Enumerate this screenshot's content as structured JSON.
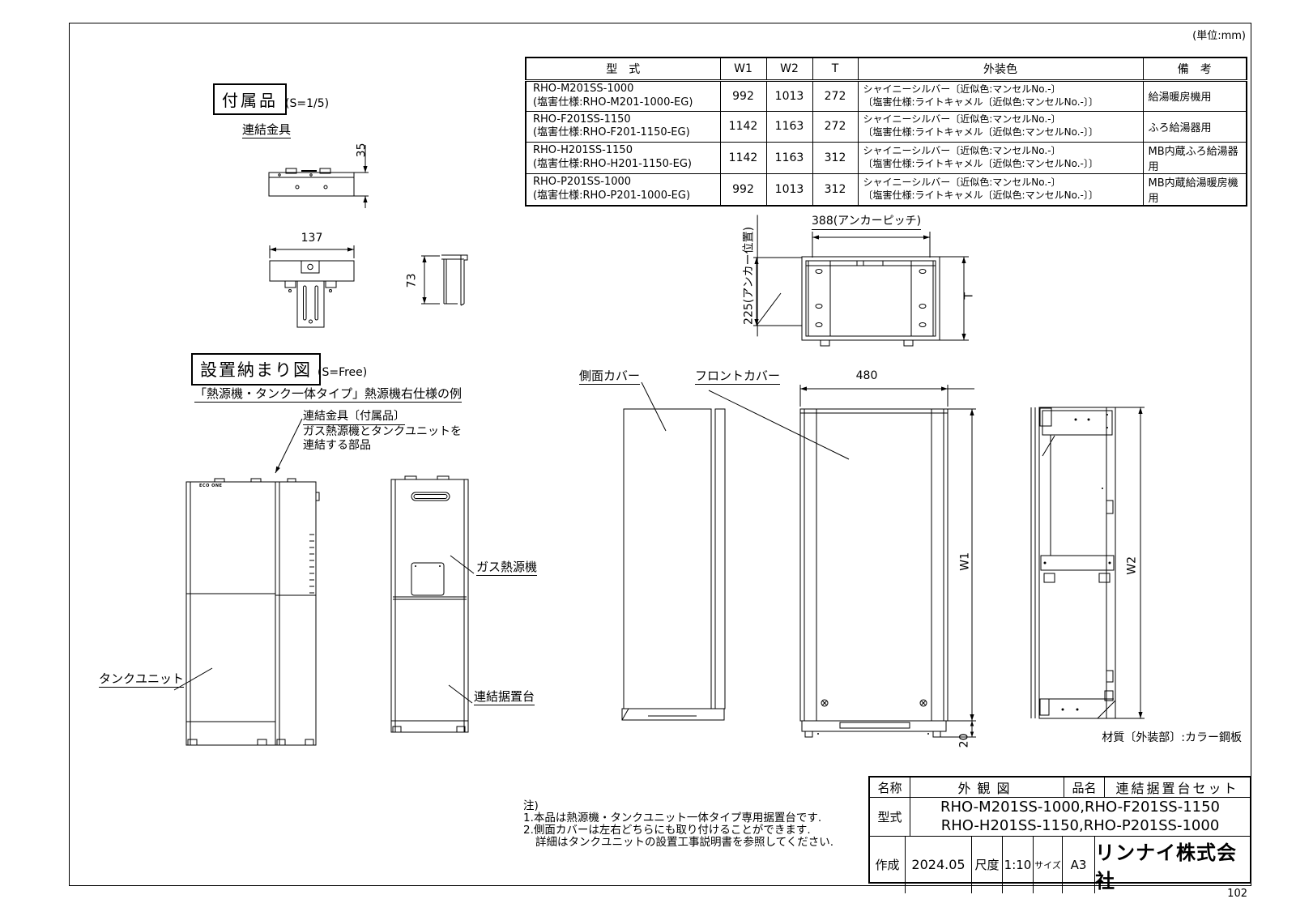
{
  "unit_note": "(単位:mm)",
  "page_number": "102",
  "table": {
    "headers": {
      "model": "型　式",
      "w1": "W1",
      "w2": "W2",
      "t": "T",
      "color": "外装色",
      "remarks": "備　考"
    },
    "rows": [
      {
        "model1": "RHO-M201SS-1000",
        "model2": "(塩害仕様:RHO-M201-1000-EG)",
        "w1": "992",
        "w2": "1013",
        "t": "272",
        "color1": "シャイニーシルバー〔近似色:マンセルNo.-〕",
        "color2": "〔塩害仕様:ライトキャメル〔近似色:マンセルNo.-〕〕",
        "remarks": "給湯暖房機用"
      },
      {
        "model1": "RHO-F201SS-1150",
        "model2": "(塩害仕様:RHO-F201-1150-EG)",
        "w1": "1142",
        "w2": "1163",
        "t": "272",
        "color1": "シャイニーシルバー〔近似色:マンセルNo.-〕",
        "color2": "〔塩害仕様:ライトキャメル〔近似色:マンセルNo.-〕〕",
        "remarks": "ふろ給湯器用"
      },
      {
        "model1": "RHO-H201SS-1150",
        "model2": "(塩害仕様:RHO-H201-1150-EG)",
        "w1": "1142",
        "w2": "1163",
        "t": "312",
        "color1": "シャイニーシルバー〔近似色:マンセルNo.-〕",
        "color2": "〔塩害仕様:ライトキャメル〔近似色:マンセルNo.-〕〕",
        "remarks": "MB内蔵ふろ給湯器用"
      },
      {
        "model1": "RHO-P201SS-1000",
        "model2": "(塩害仕様:RHO-P201-1000-EG)",
        "w1": "992",
        "w2": "1013",
        "t": "312",
        "color1": "シャイニーシルバー〔近似色:マンセルNo.-〕",
        "color2": "〔塩害仕様:ライトキャメル〔近似色:マンセルNo.-〕〕",
        "remarks": "MB内蔵給湯暖房機用"
      }
    ]
  },
  "accessory": {
    "title": "付属品",
    "scale": "(S=1/5)",
    "part": "連結金具",
    "dim_h": "35",
    "dim_w": "137",
    "dim_d": "73"
  },
  "install": {
    "title": "設置納まり図",
    "scale": "(S=Free)",
    "subtitle": "「熱源機・タンク一体タイプ」熱源機右仕様の例",
    "callout1": "連結金具〔付属品〕",
    "callout2": "ガス熱源機とタンクユニットを",
    "callout3": "連結する部品",
    "logo": "ECO ONE",
    "tank_label": "タンクユニット",
    "heat_label": "ガス熱源機",
    "stand_label": "連結据置台"
  },
  "dims": {
    "anchor_pitch": "388(アンカーピッチ)",
    "anchor_pos": "225(アンカー位置)",
    "t": "T",
    "w480": "480",
    "w1": "W1",
    "w2": "W2",
    "h20": "20",
    "side_cover": "側面カバー",
    "front_cover": "フロントカバー",
    "material": "材質〔外装部〕:カラー鋼板"
  },
  "notes": {
    "head": "注)",
    "l1": "1.本品は熱源機・タンクユニット一体タイプ専用据置台です.",
    "l2": "2.側面カバーは左右どちらにも取り付けることができます.",
    "l3": "詳細はタンクユニットの設置工事説明書を参照してください."
  },
  "titleblock": {
    "name_l": "名称",
    "name_v": "外観図",
    "item_l": "品名",
    "item_v": "連結据置台セット",
    "model_l": "型式",
    "model_v1": "RHO-M201SS-1000,RHO-F201SS-1150",
    "model_v2": "RHO-H201SS-1150,RHO-P201SS-1000",
    "date_l": "作成",
    "date_v": "2024.05",
    "scale_l": "尺度",
    "scale_v": "1:10",
    "size_l": "サイズ",
    "size_v": "A3",
    "company": "リンナイ株式会社"
  }
}
